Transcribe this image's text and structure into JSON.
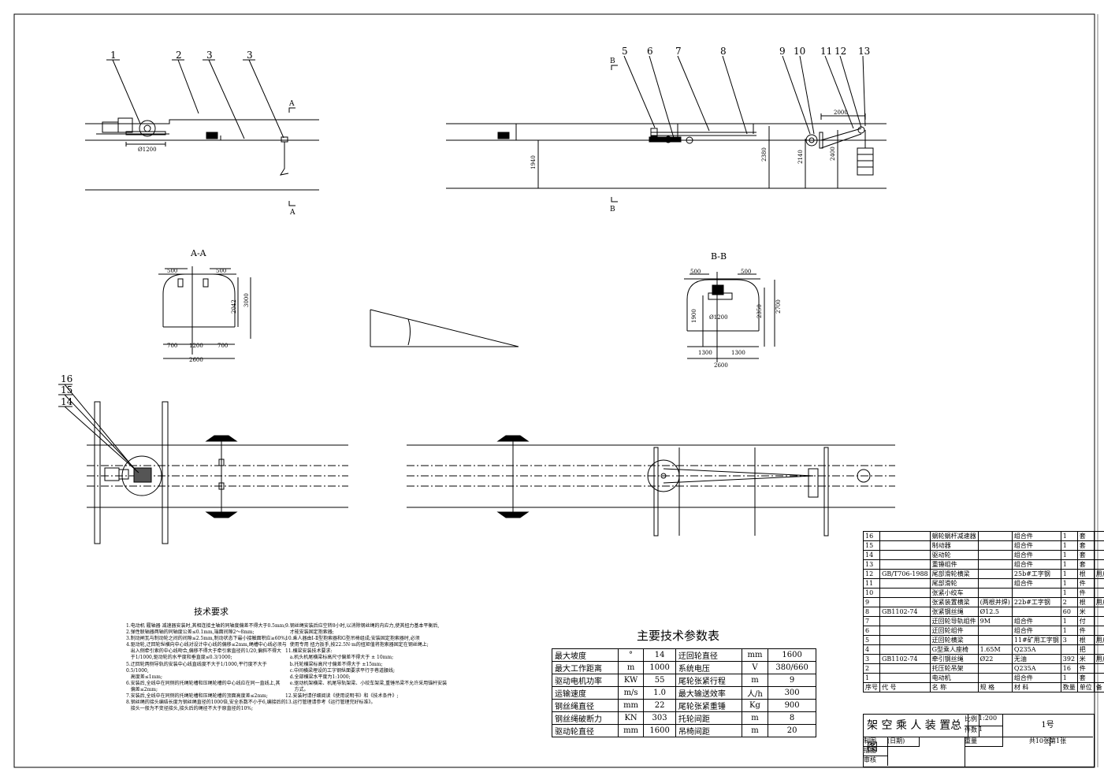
{
  "callouts": [
    "1",
    "2",
    "3",
    "3",
    "5",
    "6",
    "7",
    "8",
    "9",
    "10",
    "11",
    "12",
    "13",
    "14",
    "15",
    "16"
  ],
  "section_marks": {
    "a": "A",
    "b": "B",
    "aa": "A-A",
    "bb": "B-B"
  },
  "dims": {
    "d1200": "Ø1200",
    "d1940": "1940",
    "d2380": "2380",
    "d2140": "2140",
    "d2400": "2400",
    "d2000": "2000",
    "a500l": "500",
    "a500r": "500",
    "a2042": "2042",
    "a3000": "3000",
    "a700l": "700",
    "a1200": "1200",
    "a700r": "700",
    "a2600": "2600",
    "b500": "500",
    "b500r": "500",
    "b1900": "1900",
    "b2350": "2350",
    "b2700": "2700",
    "bd1200": "Ø1200",
    "b1300l": "1300",
    "b1300r": "1300",
    "b2600": "2600"
  },
  "notes": {
    "title": "技术要求",
    "left": "1.电动机 履轴器 减速器安装时,其相连接主轴的同轴度偏差不得大于0.5mm;\n2.弹性联轴器两轴的同轴度公差≤0.1mm,端面间隙2～8mm;\n3.制动闸瓦与制动轮之间的间隙≤2.5mm,制动状态下最小接触面积应≥60%;\n4.驱动轮,迂回轮纵横向中心线对设计中心线的偏移≤2mm,绳槽中心线必须与\n   出入侧牵引索的中心线吻合,偏移不得大于牵引索直径的1/20,偏斜不得大\n   于1/1000,驱动轮的水平度和垂直度≤0.3/1000;\n5.迂回轮两侧导轨的安装中心线直线度不大于1/1000,平行度不大于  0.5/1000,\n   高度差≤1mm;\n6.安装后,全线中在同侧的托绳轮槽和压绳轮槽的中心线应在同一直线上,其\n   偏差≤2mm;\n7.安装后,全线中在同侧的托绳轮槽和压绳轮槽的顶面高度差≤2mm;\n8.钢丝绳的接头编结长度为钢丝绳直径的1000倍,安全系数不小于6,编接后的\n   接头一般为不变径接头,接头后的绳径不大于原直径的10%;",
    "right": "9.钢丝绳安装后应空转8小时,以消除钢丝绳的内应力,使其扭力基本平衡后,\n   才能安装固定抱索器;\n10.乘人器由Ⅰ-Ⅱ型抱索器和G型吊椅组成;安装固定抱索器时,必须\n   使用专用 扭力扳手,按22.5N·m的扭矩值将抱索器固定在钢丝绳上;\n11.横梁安装技术要求:\n   a.机头机尾横梁标高尺寸偏差不得大于 ± 10mm;\n   b.托轮横梁标高尺寸偏差不得大于 ±15mm;\n   c.中间横梁埋设的工字钢纵面要求平行于巷道腰线;\n   d.全部横梁水平度为1:1000;\n   e.驱动机架横梁、机尾导轨架梁、小绞车架梁,重锤吊梁不允许采用锚杆安装\n      方式。\n12.安装时请仔细阅读《使用说明书》和《技术条件》;\n13.运行管理请参考《运行管理完好标准》。"
  },
  "params": {
    "title": "主要技术参数表",
    "rows": [
      [
        "最大坡度",
        "°",
        "14",
        "迂回轮直径",
        "mm",
        "1600"
      ],
      [
        "最大工作距离",
        "m",
        "1000",
        "系统电压",
        "V",
        "380/660"
      ],
      [
        "驱动电机功率",
        "KW",
        "55",
        "尾轮张紧行程",
        "m",
        "9"
      ],
      [
        "运输速度",
        "m/s",
        "1.0",
        "最大输送效率",
        "人/h",
        "300"
      ],
      [
        "钢丝绳直径",
        "mm",
        "22",
        "尾轮张紧重锤",
        "Kg",
        "900"
      ],
      [
        "钢丝绳破断力",
        "KN",
        "303",
        "托轮间距",
        "m",
        "8"
      ],
      [
        "驱动轮直径",
        "mm",
        "1600",
        "吊椅间距",
        "m",
        "20"
      ]
    ]
  },
  "bom": {
    "rows": [
      [
        "16",
        "",
        "蜗轮蜗杆减速器",
        "",
        "组合件",
        "1",
        "套",
        ""
      ],
      [
        "15",
        "",
        "制动器",
        "",
        "组合件",
        "1",
        "套",
        ""
      ],
      [
        "14",
        "",
        "驱动轮",
        "",
        "组合件",
        "1",
        "套",
        ""
      ],
      [
        "13",
        "",
        "重锤组件",
        "",
        "组合件",
        "1",
        "套",
        ""
      ],
      [
        "12",
        "GB/T706-1988",
        "尾部滑轮横梁",
        "",
        "25b#工字钢",
        "1",
        "根",
        "用户自备"
      ],
      [
        "11",
        "",
        "尾部滑轮",
        "",
        "组合件",
        "1",
        "件",
        ""
      ],
      [
        "10",
        "",
        "张紧小绞车",
        "",
        "",
        "1",
        "件",
        ""
      ],
      [
        "9",
        "",
        "张紧装置横梁",
        "(两根并焊)",
        "22b#工字钢",
        "2",
        "根",
        "用户自备"
      ],
      [
        "8",
        "GB1102-74",
        "张紧钢丝绳",
        "Ø12.5",
        "",
        "60",
        "米",
        ""
      ],
      [
        "7",
        "",
        "迂回轮导轨组件",
        "9M",
        "组合件",
        "1",
        "付",
        ""
      ],
      [
        "6",
        "",
        "迂回轮组件",
        "",
        "组合件",
        "1",
        "件",
        ""
      ],
      [
        "5",
        "",
        "迂回轮横梁",
        "",
        "11#矿用工字钢",
        "3",
        "根",
        "用户自备"
      ],
      [
        "4",
        "",
        "G型乘人座椅",
        "1.65M",
        "Q235A",
        "",
        "把",
        ""
      ],
      [
        "3",
        "GB1102-74",
        "牵引钢丝绳",
        "Ø22",
        "无油",
        "392",
        "米",
        "用户自备"
      ],
      [
        "2",
        "",
        "托压轮吊架",
        "",
        "Q235A",
        "16",
        "件",
        ""
      ],
      [
        "1",
        "",
        "电动机",
        "",
        "组合件",
        "1",
        "套",
        ""
      ]
    ],
    "header": [
      "序号",
      "代  号",
      "名    称",
      "规    格",
      "材 料",
      "数量",
      "单位",
      "备 注"
    ]
  },
  "title_block": {
    "title": "架 空 乘 人 装 置总图",
    "scale_label": "比例",
    "scale": "1:200",
    "count_label": "件数",
    "count": "1",
    "weight_label": "重量",
    "drawing_no": "1号",
    "made": "制图",
    "date": "(日期)",
    "drawn": "描图",
    "check": "审核",
    "sheets": "共10张",
    "sheet": "第1张"
  }
}
